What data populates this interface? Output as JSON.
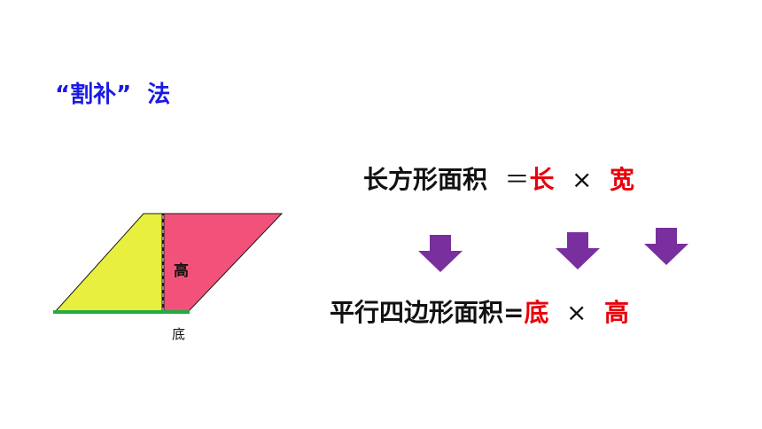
{
  "title": "“割补”  法",
  "figure": {
    "height_label": "高",
    "base_label": "底",
    "colors": {
      "triangle": "#e8ef3e",
      "trapezoid": "#f2527a",
      "base": "#22aa44",
      "outline": "#1a1a1a"
    }
  },
  "rectangle_formula": {
    "lhs": "长方形面积",
    "eq": "＝",
    "a": "长",
    "times": "×",
    "b": "宽"
  },
  "parallelogram_formula": {
    "lhs": "平行四边形面积=",
    "a": "底",
    "times": "×",
    "b": "高"
  },
  "arrows": {
    "color": "#7a2f9e",
    "icon": "down-arrow-icon",
    "count": 3
  },
  "colors": {
    "title": "#1a1ae6",
    "highlight": "#e8000b"
  }
}
